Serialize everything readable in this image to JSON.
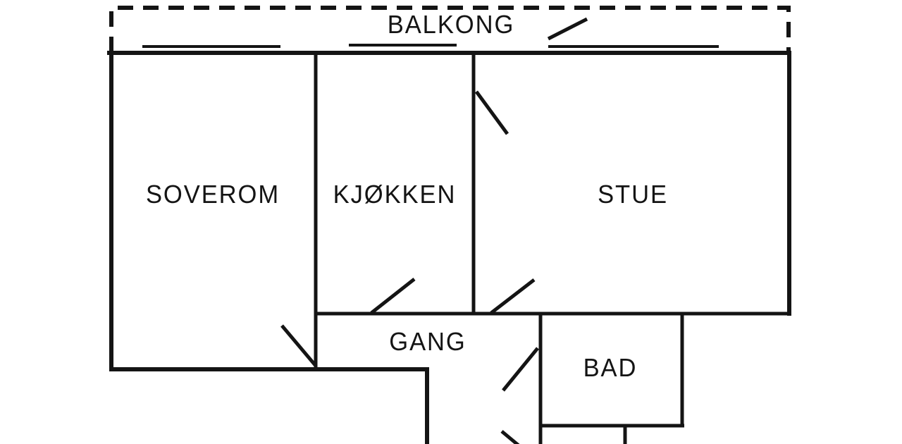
{
  "rooms": {
    "balkong": "BALKONG",
    "soverom": "SOVEROM",
    "kjokken": "KJØKKEN",
    "stue": "STUE",
    "gang": "GANG",
    "bad": "BAD"
  },
  "colors": {
    "line_color": "#141414",
    "background_color": "#ffffff"
  }
}
